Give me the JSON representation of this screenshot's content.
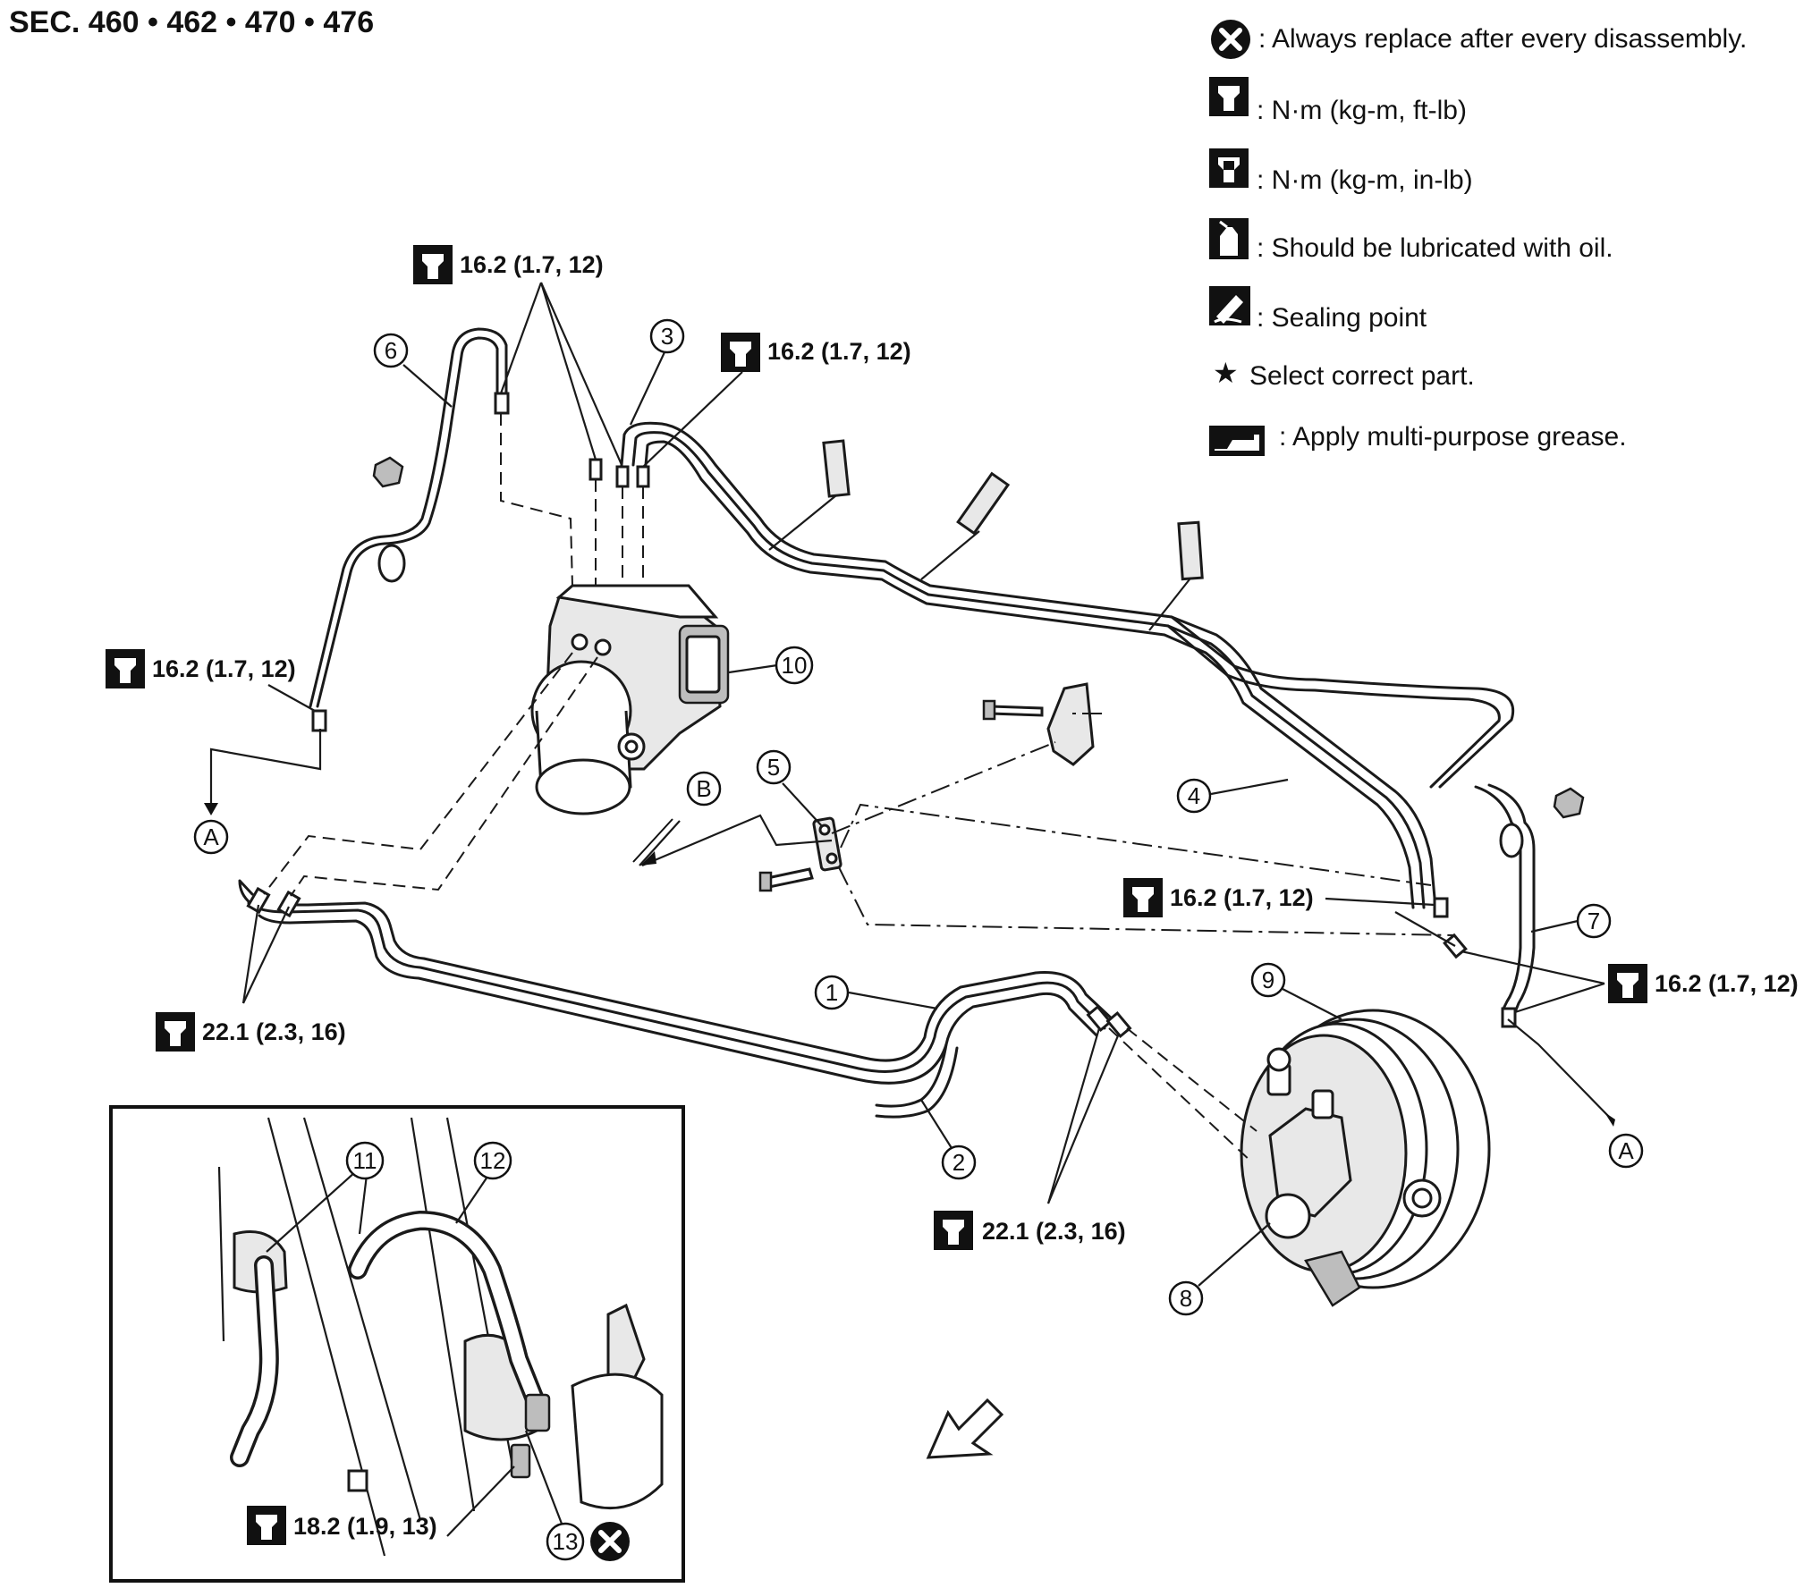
{
  "header": {
    "section_title": "SEC. 460 • 462 • 470 • 476"
  },
  "legend": {
    "items": [
      {
        "icon": "replace-x-icon",
        "text": ": Always replace after every disassembly."
      },
      {
        "icon": "torque-ftlb-icon",
        "text": ": N·m (kg-m, ft-lb)"
      },
      {
        "icon": "torque-inlb-icon",
        "text": ": N·m (kg-m, in-lb)"
      },
      {
        "icon": "oil-can-icon",
        "text": ": Should be lubricated with oil."
      },
      {
        "icon": "sealing-point-icon",
        "text": ": Sealing point"
      },
      {
        "icon": "star-icon",
        "text": "Select correct part."
      },
      {
        "icon": "grease-gun-icon",
        "text": ": Apply multi-purpose grease."
      }
    ]
  },
  "torque_specs": {
    "spec_a": "16.2 (1.7, 12)",
    "spec_b": "16.2 (1.7, 12)",
    "spec_c": "16.2 (1.7, 12)",
    "spec_d": "16.2 (1.7, 12)",
    "spec_e": "16.2 (1.7, 12)",
    "spec_f": "22.1 (2.3, 16)",
    "spec_g": "22.1 (2.3, 16)",
    "spec_h": "18.2 (1.9, 13)"
  },
  "callouts": {
    "c1": "1",
    "c2": "2",
    "c3": "3",
    "c4": "4",
    "c5": "5",
    "c6": "6",
    "c7": "7",
    "c8": "8",
    "c9": "9",
    "c10": "10",
    "c11": "11",
    "c12": "12",
    "c13": "13"
  },
  "refs": {
    "a": "A",
    "b": "B"
  },
  "colors": {
    "line": "#1a1a1a",
    "background": "#ffffff",
    "shade": "#bdbdbd"
  }
}
